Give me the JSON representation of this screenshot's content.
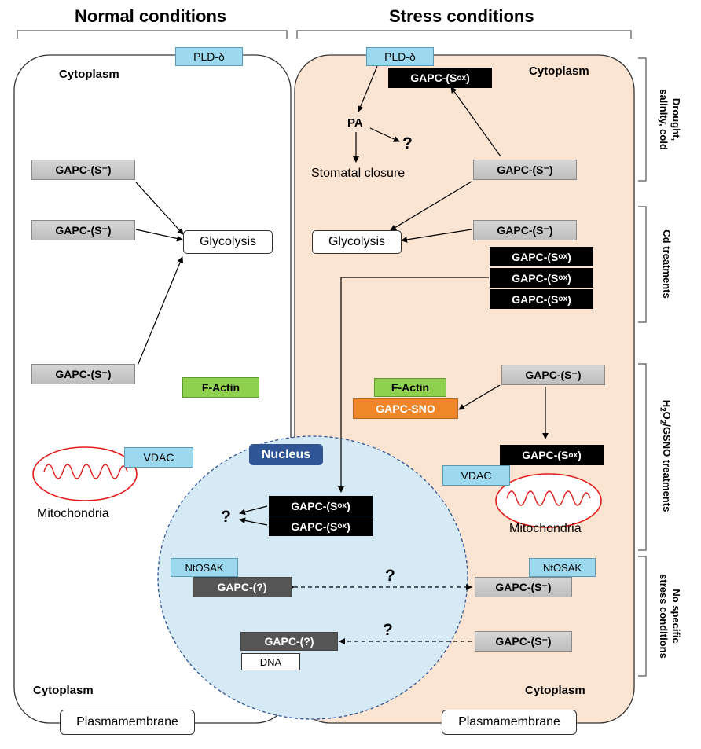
{
  "headers": {
    "normal": "Normal conditions",
    "stress": "Stress conditions"
  },
  "cytoplasm_label": "Cytoplasm",
  "plasmamembrane_label": "Plasmamembrane",
  "nucleus_label": "Nucleus",
  "boxes": {
    "pld": "PLD-δ",
    "gapc_s": "GAPC-(S⁻)",
    "gapc_q": "GAPC-(?)",
    "gapc_sox_prefix": "GAPC-(S",
    "gapc_sox_sub": "ox",
    "gapc_sox_suffix": ")",
    "vdac": "VDAC",
    "factin": "F-Actin",
    "gapcsno": "GAPC-SNO",
    "ntosak": "NtOSAK",
    "dna": "DNA",
    "glycolysis": "Glycolysis"
  },
  "text": {
    "pa": "PA",
    "stomatal": "Stomatal closure",
    "mitochondria": "Mitochondria",
    "question": "?"
  },
  "side_labels": {
    "drought_1": "Drought,",
    "drought_2": "salinity, cold",
    "cd": "Cd treatments",
    "h2o2_a": "H",
    "h2o2_sub1": "2",
    "h2o2_b": "O",
    "h2o2_sub2": "2",
    "h2o2_c": "/GSNO treatments",
    "nospec_1": "No specific",
    "nospec_2": "stress conditions"
  },
  "colors": {
    "stress_fill": "#fce4d2",
    "nucleus_fill": "#d5eaf5",
    "nucleus_border": "#2f5597",
    "mito_red": "#e31b1b"
  }
}
